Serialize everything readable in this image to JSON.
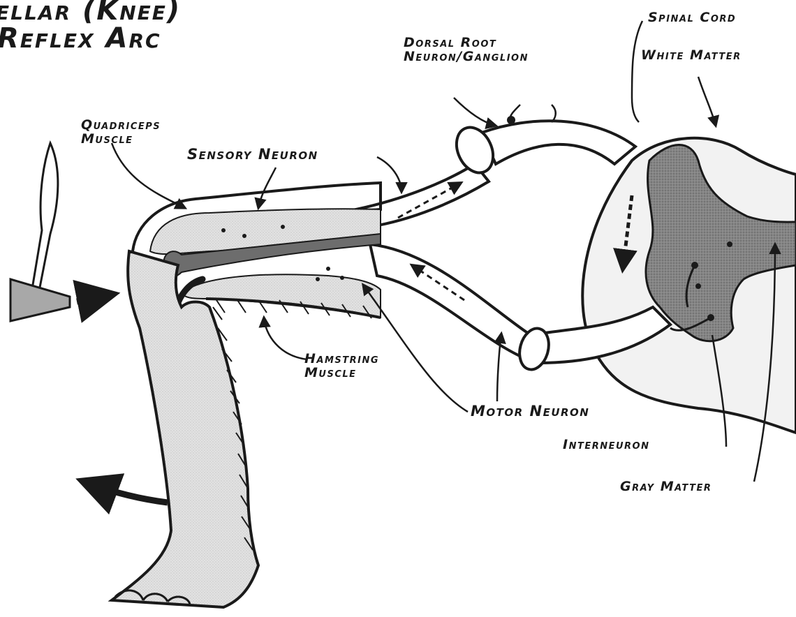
{
  "title": {
    "line1": "ellar (Knee)",
    "line2": "Reflex Arc"
  },
  "labels": {
    "quadriceps": "Quadriceps\nMuscle",
    "sensory_neuron": "Sensory Neuron",
    "dorsal_root": "Dorsal Root\nNeuron/Ganglion",
    "spinal_cord": "Spinal Cord",
    "white_matter": "White Matter",
    "hamstring": "Hamstring\nMuscle",
    "motor_neuron": "Motor Neuron",
    "interneuron": "Interneuron",
    "gray_matter": "Gray Matter"
  },
  "colors": {
    "ink": "#1a1a1a",
    "gray_matter_fill": "#7d7d7d",
    "white_matter_fill": "#efefef",
    "leg_fill": "#dcdcdc",
    "hammer_fill": "#a8a8a8"
  }
}
